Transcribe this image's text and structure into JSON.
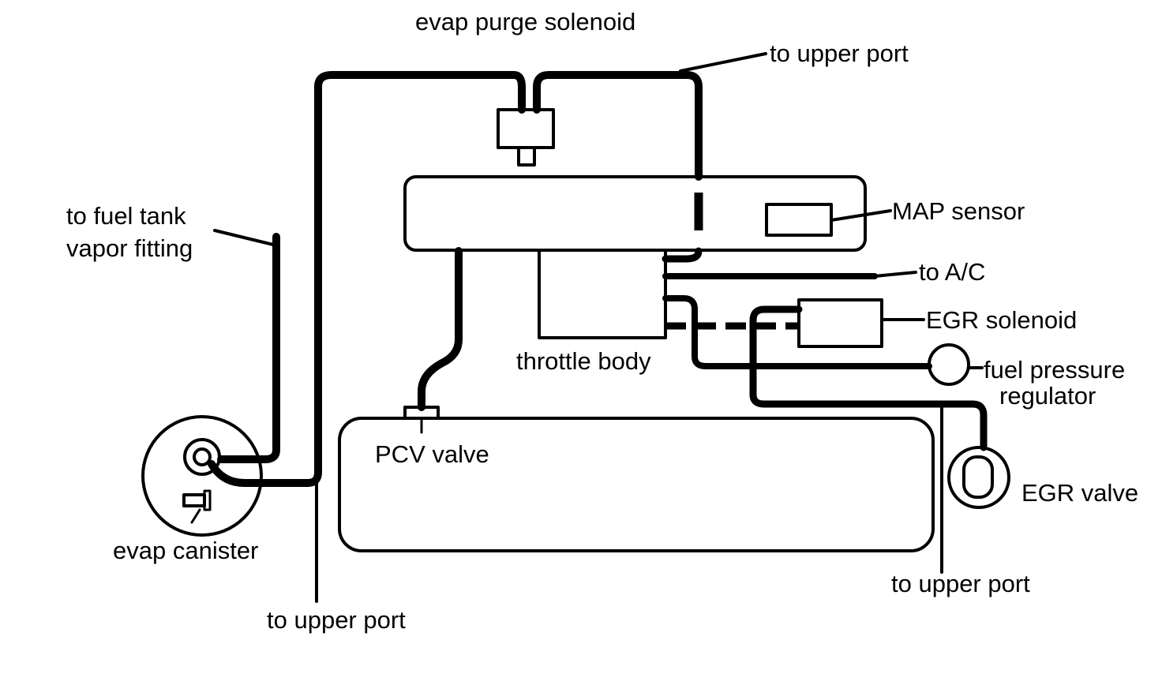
{
  "colors": {
    "ink": "#000000",
    "paper": "#ffffff"
  },
  "labels": {
    "evap_purge_solenoid": "evap purge solenoid",
    "to_upper_port_top": "to upper port",
    "to_fuel_tank_line1": "to fuel tank",
    "to_fuel_tank_line2": "vapor fitting",
    "map_sensor": "MAP sensor",
    "to_ac": "to A/C",
    "egr_solenoid": "EGR solenoid",
    "throttle_body": "throttle body",
    "fuel_pressure_regulator_line1": "fuel pressure",
    "fuel_pressure_regulator_line2": "regulator",
    "pcv_valve": "PCV valve",
    "egr_valve": "EGR valve",
    "evap_canister": "evap canister",
    "to_upper_port_bottom_right": "to upper port",
    "to_upper_port_bottom_left": "to upper port"
  }
}
